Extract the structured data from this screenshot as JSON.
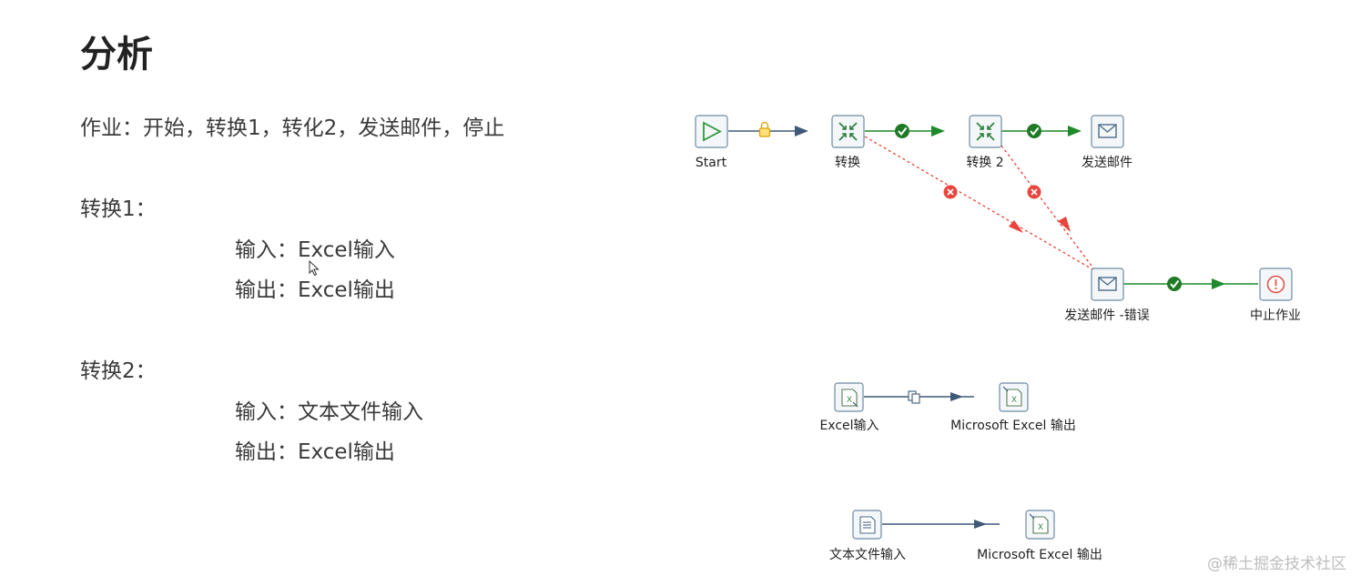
{
  "page": {
    "title": "分析",
    "job_line": "作业：开始，转换1，转化2，发送邮件，停止",
    "t1_heading": "转换1：",
    "t1_input": "输入：Excel输入",
    "t1_output": "输出：Excel输出",
    "t2_heading": "转换2：",
    "t2_input": "输入：文本文件输入",
    "t2_output": "输出：Excel输出"
  },
  "job_diagram": {
    "nodes": {
      "start": "Start",
      "trans1": "转换",
      "trans2": "转换 2",
      "mail": "发送邮件",
      "mail_error": "发送邮件 -错误",
      "abort": "中止作业"
    }
  },
  "trans1_diagram": {
    "input": "Excel输入",
    "output": "Microsoft Excel 输出"
  },
  "trans2_diagram": {
    "input": "文本文件输入",
    "output": "Microsoft Excel 输出"
  },
  "colors": {
    "success": "#1f8a2a",
    "error": "#e8453c",
    "neutral": "#3f5a78",
    "lock": "#e0a100",
    "node_border": "#6f8aa0",
    "node_bg": "#f3f7fa",
    "start_green": "#2f9a3a",
    "abort_red": "#e0554a"
  },
  "watermark": "@稀土掘金技术社区"
}
